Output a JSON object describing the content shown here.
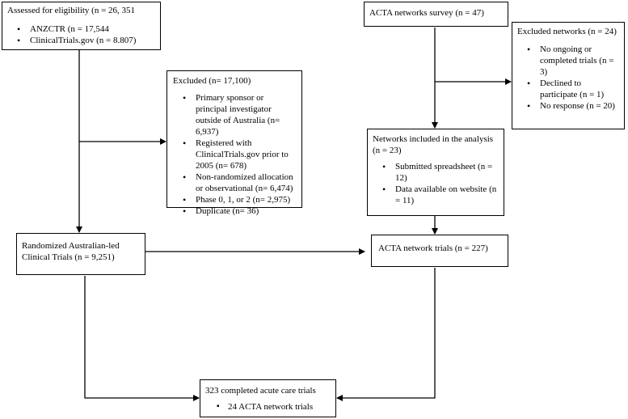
{
  "eligibility": {
    "title": "Assessed for eligibility (n = 26, 351",
    "items": [
      "ANZCTR (n = 17,544",
      "ClinicalTrials.gov (n = 8.807)"
    ]
  },
  "survey": {
    "title": "ACTA networks survey (n = 47)"
  },
  "excluded_networks": {
    "title": "Excluded networks (n = 24)",
    "items": [
      "No ongoing or completed trials (n = 3)",
      "Declined to participate (n = 1)",
      "No response (n = 20)"
    ]
  },
  "excluded": {
    "title": "Excluded (n= 17,100)",
    "items": [
      "Primary sponsor or principal investigator outside of Australia (n= 6,937)",
      "Registered with ClinicalTrials.gov prior to 2005 (n= 678)",
      "Non-randomized allocation or observational (n= 6,474)",
      "Phase 0, 1, or 2 (n= 2,975)",
      "Duplicate (n= 36)"
    ]
  },
  "networks_included": {
    "title": "Networks included in the analysis (n = 23)",
    "items": [
      "Submitted spreadsheet (n = 12)",
      "Data available on website (n = 11)"
    ]
  },
  "randomized": {
    "title": "Randomized Australian-led Clinical Trials (n = 9,251)"
  },
  "acta_trials": {
    "title": "ACTA network trials (n = 227)"
  },
  "completed": {
    "title": "323 completed acute care trials",
    "items": [
      "24 ACTA network trials"
    ]
  }
}
